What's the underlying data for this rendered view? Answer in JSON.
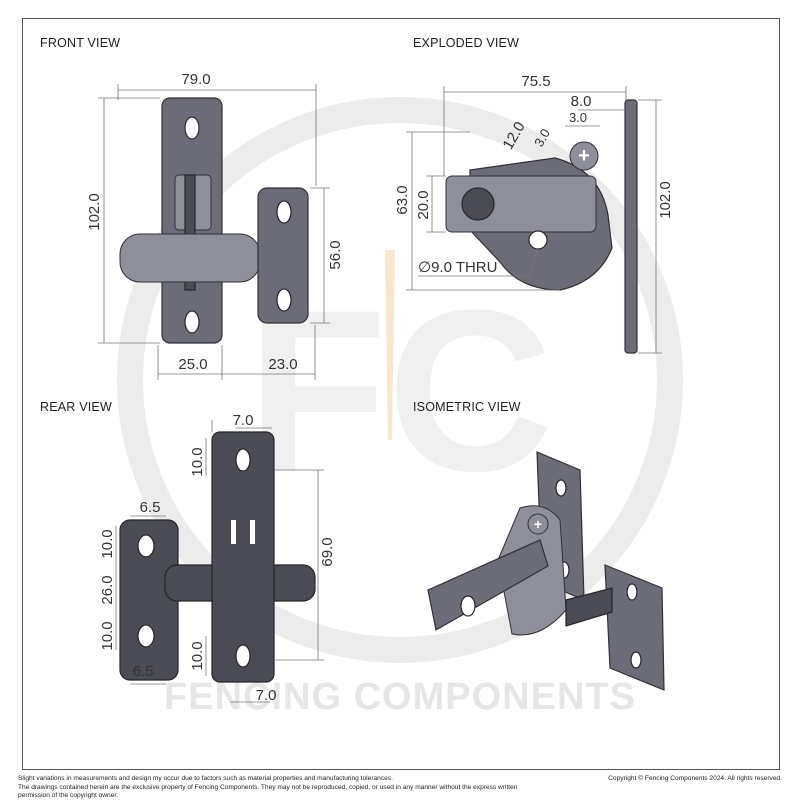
{
  "views": {
    "front": "FRONT VIEW",
    "exploded": "EXPLODED VIEW",
    "rear": "REAR VIEW",
    "isometric": "ISOMETRIC VIEW"
  },
  "dimensions": {
    "front": {
      "width": "79.0",
      "height": "102.0",
      "keeper_height": "56.0",
      "left": "25.0",
      "right": "23.0"
    },
    "exploded": {
      "width": "75.5",
      "offset": "8.0",
      "slot": "3.0",
      "s2": "3.0",
      "d12": "12.0",
      "height": "63.0",
      "d20": "20.0",
      "plate": "102.0",
      "thru": "∅9.0 THRU"
    },
    "rear": {
      "top_w": "7.0",
      "top_h": "10.0",
      "right_h": "69.0",
      "left_w": "6.5",
      "left_h1": "10.0",
      "left_h2": "26.0",
      "left_h3": "10.0",
      "bottom_w": "6.5",
      "bottom_h": "10.0",
      "bottom_w2": "7.0"
    }
  },
  "brand": "FENCING COMPONENTS",
  "footer": {
    "left_line1": "Slight variations in measurements and design my occur due to factors such as material properties and manufacturing tolerances.",
    "left_line2": "The drawings contained herein are the exclusive property of Fencing Components. They may not be reproduced, copied, or used in any manner without the express written permission of the copyright owner.",
    "right": "Copyright © Fencing Components 2024. All rights reserved."
  }
}
